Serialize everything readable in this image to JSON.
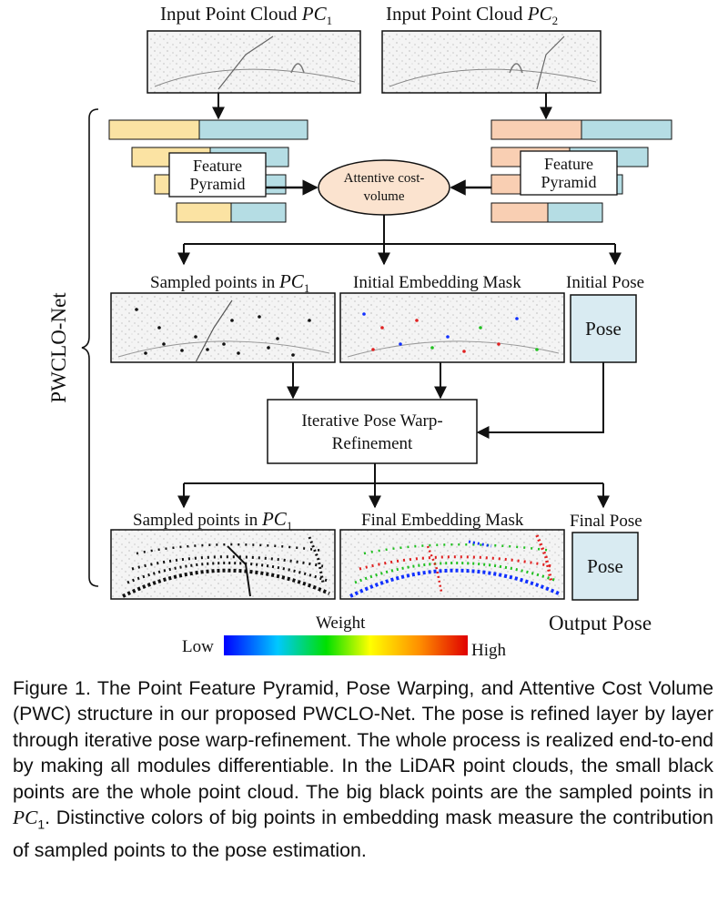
{
  "inputs": {
    "pc1_label": "Input  Point Cloud ",
    "pc1_var": "PC",
    "pc1_sub": "1",
    "pc2_label": "Input  Point Cloud ",
    "pc2_var": "PC",
    "pc2_sub": "2"
  },
  "side_label": "PWCLO-Net",
  "feature_pyramid": {
    "line1": "Feature",
    "line2": "Pyramid"
  },
  "cost_volume": {
    "line1": "Attentive cost-",
    "line2": "volume"
  },
  "row1": {
    "sampled_label": "Sampled points in ",
    "sampled_var": "PC",
    "sampled_sub": "1",
    "mask_label": "Initial Embedding Mask",
    "pose_header": "Initial Pose",
    "pose_box": "Pose"
  },
  "refine": {
    "line1": "Iterative Pose Warp-",
    "line2": "Refinement"
  },
  "row2": {
    "sampled_label": "Sampled points in ",
    "sampled_var": "PC",
    "sampled_sub": "1",
    "mask_label": "Final Embedding Mask",
    "pose_header": "Final Pose",
    "pose_box": "Pose"
  },
  "output_pose": "Output Pose",
  "colorbar": {
    "title": "Weight",
    "low": "Low",
    "high": "High"
  },
  "colors": {
    "yellow": "#fbe3a3",
    "blue": "#b5dde4",
    "peach": "#f9cfb3",
    "ellipse": "#fbe3cf",
    "pose_fill": "#d9ebf2"
  },
  "caption": {
    "text_before": "Figure 1. The Point Feature Pyramid, Pose Warping, and Attentive Cost Volume (PWC) structure in our proposed PWCLO-Net. The pose is refined layer by layer through iterative pose warp-refinement. The whole process is realized end-to-end by making all modules differentiable. In the LiDAR point clouds, the small black points are the whole point cloud. The big black points are the sampled points in ",
    "var": "PC",
    "sub": "1",
    "text_after": ". Distinctive colors of big points in embedding mask measure the contribution of sampled points to the pose estimation."
  }
}
